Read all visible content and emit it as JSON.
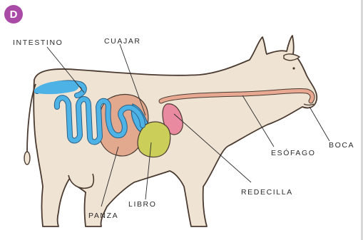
{
  "badge": "D",
  "labels": {
    "intestino": "INTESTINO",
    "cuajar": "CUAJAR",
    "esofago": "ESÓFAGO",
    "boca": "BOCA",
    "redecilla": "REDECILLA",
    "libro": "LIBRO",
    "panza": "PANZA"
  },
  "colors": {
    "body": "#efe3d3",
    "outline": "#4a3a30",
    "intestine": "#4db3e6",
    "rumen": "#e3a98e",
    "omasum": "#cbcf5a",
    "reticulum": "#e98aa0",
    "esophagus": "#e8a892",
    "badge": "#a84aa6"
  }
}
